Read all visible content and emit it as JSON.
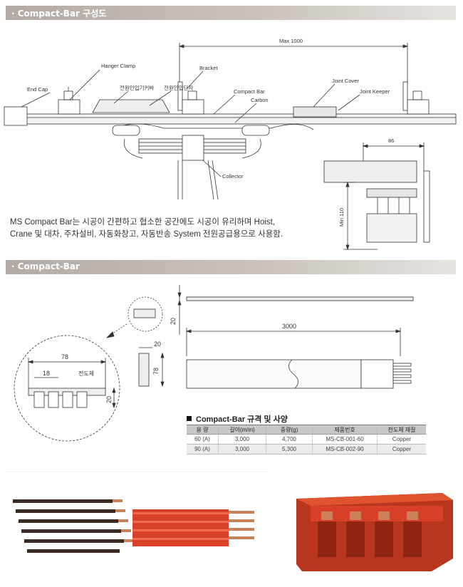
{
  "sections": {
    "s1_title": "· Compact-Bar 구성도",
    "s2_title": "· Compact-Bar"
  },
  "diagram1": {
    "max_label": "Max 1000",
    "hanger_clamp": "Hanger Clamp",
    "bracket": "Bracket",
    "end_cap": "End Cap",
    "power_inlet_box": "전원인입기커바",
    "power_inlet_terminal": "전원인입단자",
    "compact_bar": "Compact Bar",
    "carbon": "Carbon",
    "joint_cover": "Joint Cover",
    "joint_keeper": "Joint Keeper",
    "collector": "Collector",
    "dim_86": "86",
    "dim_min110": "Min 110"
  },
  "description": {
    "line1": "MS Compact Bar는 시공이 간편하고 협소한 공간에도 시공이 유리하며 Hoist,",
    "line2": "Crane 및 대차, 주차설비, 자동화창고, 자동반송 System 전원공급용으로 사용함."
  },
  "diagram2": {
    "dim_20_side": "20",
    "dim_3000": "3000",
    "dim_20_top": "20",
    "dim_78_side": "78",
    "dim_78": "78",
    "dim_18": "18",
    "conductor": "전도체",
    "dim_20_height": "20"
  },
  "spec_table": {
    "title": "Compact-Bar 규격 및 사양",
    "headers": [
      "용 량",
      "길이(m/m)",
      "중량(g)",
      "제품번호",
      "전도체 재질"
    ],
    "rows": [
      [
        "60 (A)",
        "3,000",
        "4,700",
        "MS-CB-001-60",
        "Copper"
      ],
      [
        "90 (A)",
        "3,000",
        "5,300",
        "MS-CB-002-90",
        "Copper"
      ]
    ]
  },
  "colors": {
    "header_grad": "#b3aba3",
    "bar_red": "#d8402a",
    "copper": "#c8815a"
  }
}
